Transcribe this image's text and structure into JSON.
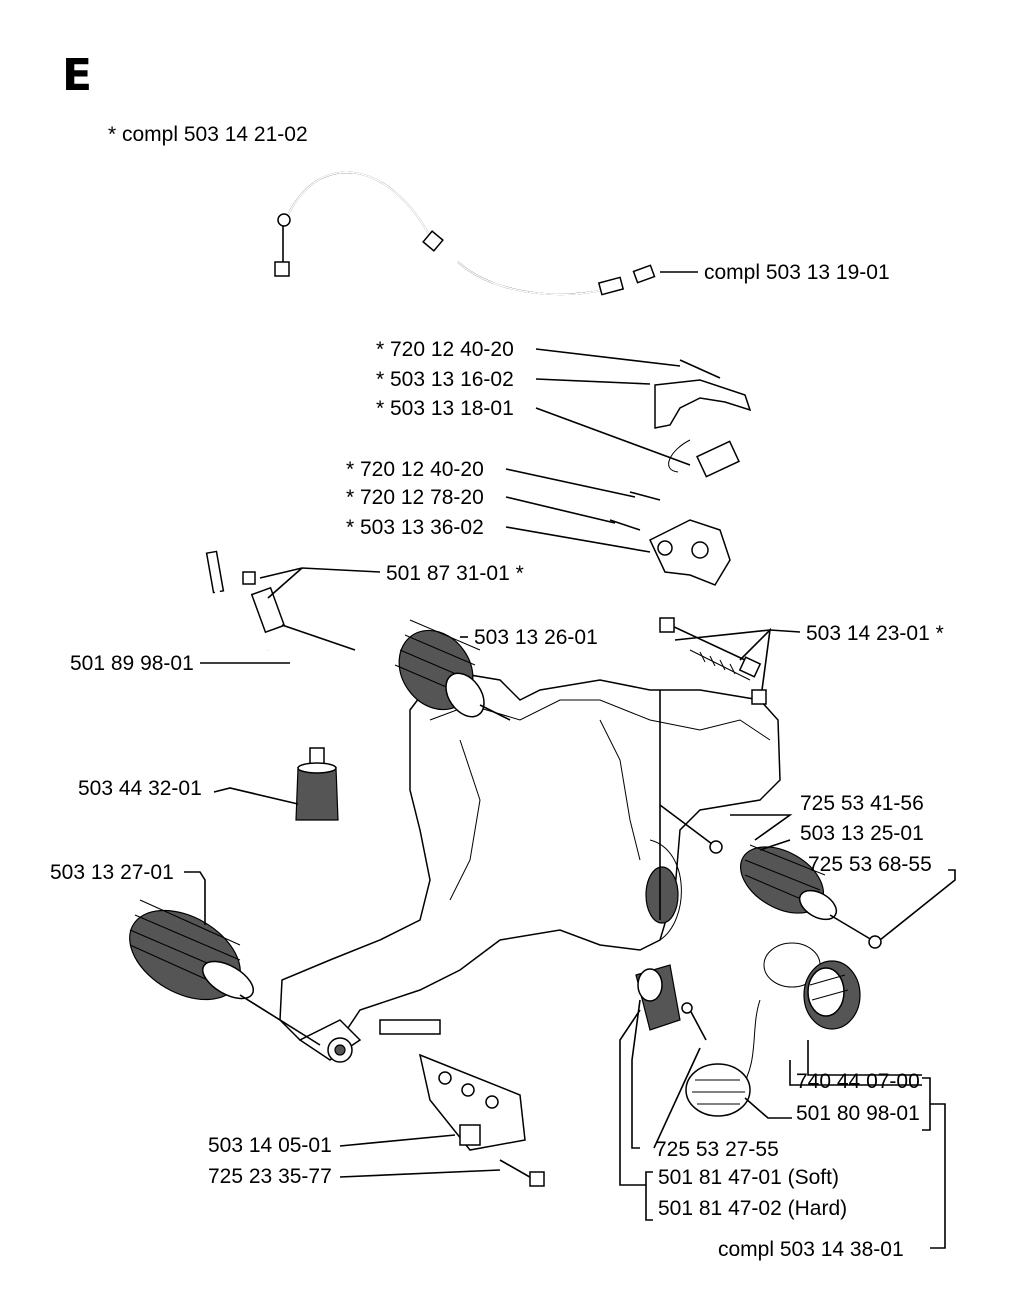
{
  "section_letter": "E",
  "note": "* compl 503 14 21-02",
  "labels": {
    "compl_503_13_19_01": "compl 503 13 19-01",
    "a_720_12_40_20": "* 720 12 40-20",
    "a_503_13_16_02": "* 503 13 16-02",
    "a_503_13_18_01": "* 503 13 18-01",
    "b_720_12_40_20": "* 720 12 40-20",
    "b_720_12_78_20": "* 720 12 78-20",
    "b_503_13_36_02": "* 503 13 36-02",
    "p_501_87_31_01": "501 87 31-01 *",
    "p_501_89_98_01": "501 89 98-01",
    "p_503_13_26_01": "503 13 26-01",
    "p_503_14_23_01": "503 14 23-01 *",
    "p_503_44_32_01": "503 44 32-01",
    "p_725_53_41_56": "725 53 41-56",
    "p_503_13_25_01": "503 13 25-01",
    "p_725_53_68_55": "725 53 68-55",
    "p_503_13_27_01": "503 13 27-01",
    "p_740_44_07_00": "740 44 07-00",
    "p_501_80_98_01": "501 80 98-01",
    "p_503_14_05_01": "503 14 05-01",
    "p_725_23_35_77": "725 23 35-77",
    "p_725_53_27_55": "725 53 27-55",
    "p_501_81_47_01": "501 81 47-01 (Soft)",
    "p_501_81_47_02": "501 81 47-02 (Hard)",
    "compl_503_14_38_01": "compl 503 14 38-01"
  }
}
